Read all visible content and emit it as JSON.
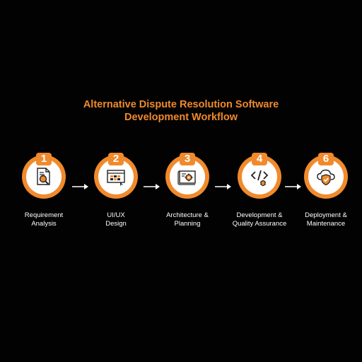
{
  "title": {
    "line1": "Alternative Dispute Resolution Software",
    "line2": "Development Workflow"
  },
  "colors": {
    "accent": "#f08a2c",
    "background": "#020202",
    "text": "#ffffff"
  },
  "steps": [
    {
      "number": "1",
      "label_line1": "Requirement",
      "label_line2": "Analysis",
      "icon": "document-search-icon"
    },
    {
      "number": "2",
      "label_line1": "UI/UX",
      "label_line2": "Design",
      "icon": "browser-design-icon"
    },
    {
      "number": "3",
      "label_line1": "Architecture &",
      "label_line2": "Planning",
      "icon": "blueprint-gear-icon"
    },
    {
      "number": "4",
      "label_line1": "Development &",
      "label_line2": "Quality Assurance",
      "icon": "code-bug-icon"
    },
    {
      "number": "6",
      "label_line1": "Deployment &",
      "label_line2": "Maintenance",
      "icon": "cloud-shield-icon"
    }
  ]
}
